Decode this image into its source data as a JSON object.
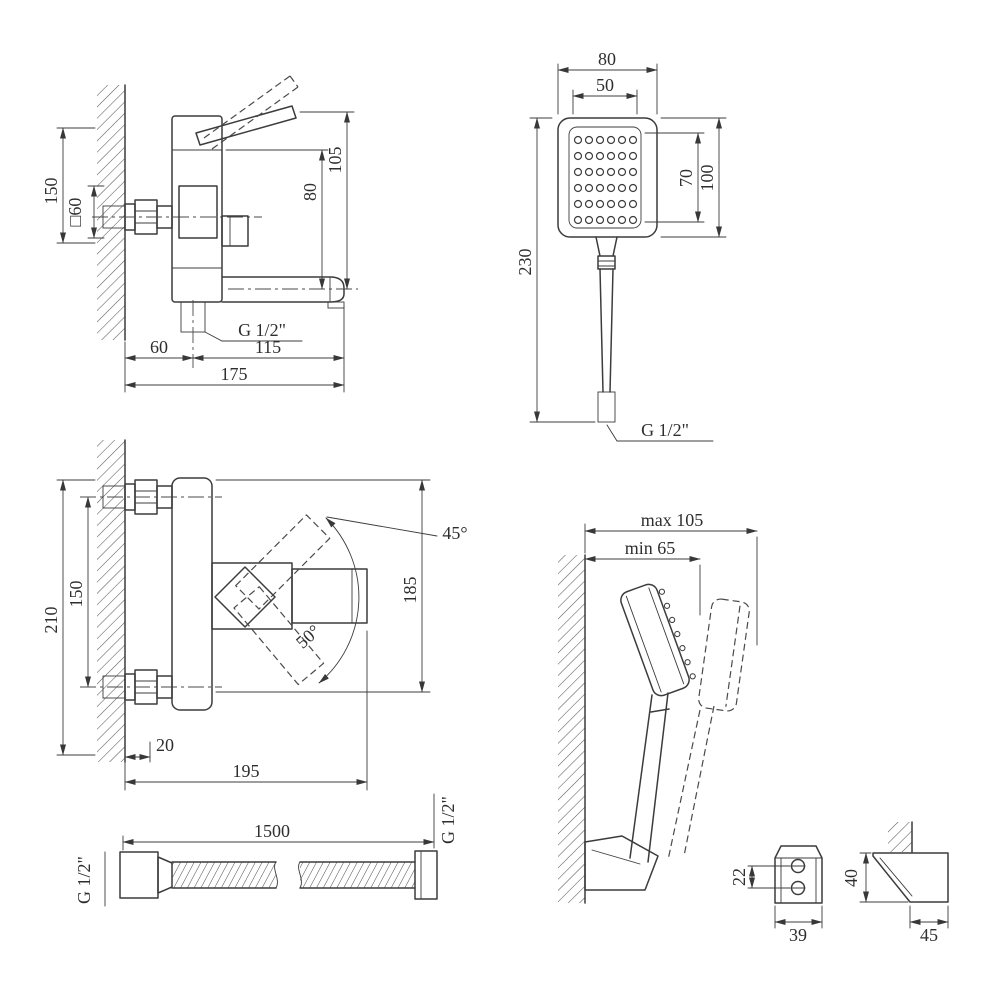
{
  "views": {
    "mixer_side": {
      "dims": {
        "height": "150",
        "plate": "□60",
        "top_to_spout": "105",
        "body_to_spout": "80",
        "thread": "G 1/2\"",
        "wall_to_axis": "60",
        "axis_to_tip": "115",
        "total_depth": "175"
      }
    },
    "hand_shower": {
      "dims": {
        "width": "80",
        "face_width": "50",
        "face_height": "70",
        "height": "100",
        "length": "230",
        "thread": "G 1/2\""
      }
    },
    "mixer_front": {
      "dims": {
        "overall_height": "210",
        "centers": "150",
        "lever_up": "45°",
        "lever_down": "50°",
        "body_height": "185",
        "wall_offset": "20",
        "depth": "195"
      }
    },
    "holder_mounted": {
      "dims": {
        "max_offset": "max 105",
        "min_offset": "min 65"
      }
    },
    "hose": {
      "dims": {
        "length": "1500",
        "thread_left": "G 1/2\"",
        "thread_right": "G 1/2\""
      }
    },
    "holder_detail": {
      "dims": {
        "hole_pitch": "22",
        "width": "39",
        "height": "40",
        "depth": "45"
      }
    }
  }
}
